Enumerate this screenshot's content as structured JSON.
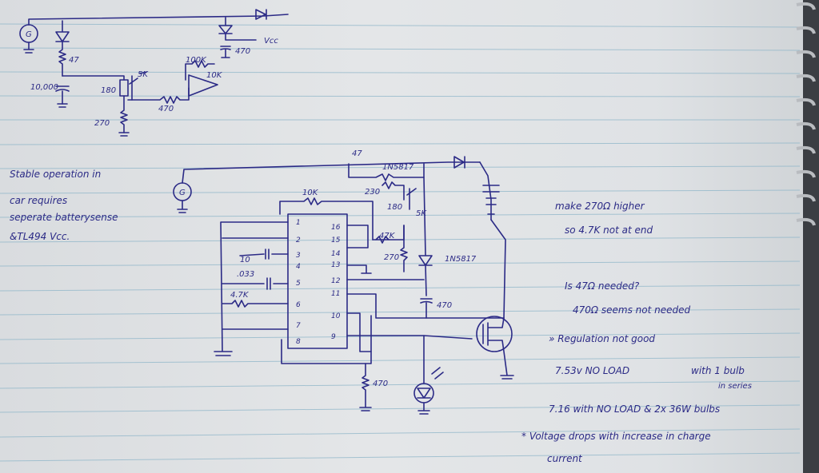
{
  "top_circuit": {
    "generator_symbol": "G",
    "r_series": "47",
    "c_filter": "10,000",
    "r_divider_top": "180",
    "pot": "5K",
    "r_divider_bottom": "270",
    "r_feed": "470",
    "r_feedback": "100K",
    "r_opamp": "10K",
    "c_vcc": "470",
    "vcc_label": "Vcc"
  },
  "left_note": [
    "Stable operation in",
    "car requires",
    "seperate batterysense",
    "&TL494 Vcc."
  ],
  "main_circuit": {
    "generator_symbol": "G",
    "r_top": "47",
    "diode_top": "1N5817",
    "r_230": "230",
    "r_180": "180",
    "pot": "5K",
    "r_10k": "10K",
    "r_47k": "47K",
    "r_270": "270",
    "diode_mid": "1N5817",
    "cap_10": "10",
    "cap_033": ".033",
    "r_4_7k": "4.7K",
    "cap_470": "470",
    "r_bottom": "470",
    "pins_left": [
      "1",
      "2",
      "3",
      "4",
      "5",
      "6",
      "7",
      "8"
    ],
    "pins_right": [
      "16",
      "15",
      "14",
      "13",
      "12",
      "11",
      "10",
      "9"
    ]
  },
  "right_notes": {
    "n1": "make 270Ω higher",
    "n2": "so 4.7K not at end",
    "n3": "Is 47Ω needed?",
    "n4": "470Ω seems not needed",
    "n5": "» Regulation not good",
    "n6a": "7.53v NO LOAD",
    "n6b": "with 1 bulb",
    "n6c": "in series",
    "n7": "7.16 with NO LOAD & 2x 36W bulbs",
    "n8": "* Voltage drops with increase in charge",
    "n9": "current"
  },
  "colors": {
    "ink": "#2b2a86",
    "rule": "#8fb6c9",
    "paper": "#e2e4e6"
  }
}
